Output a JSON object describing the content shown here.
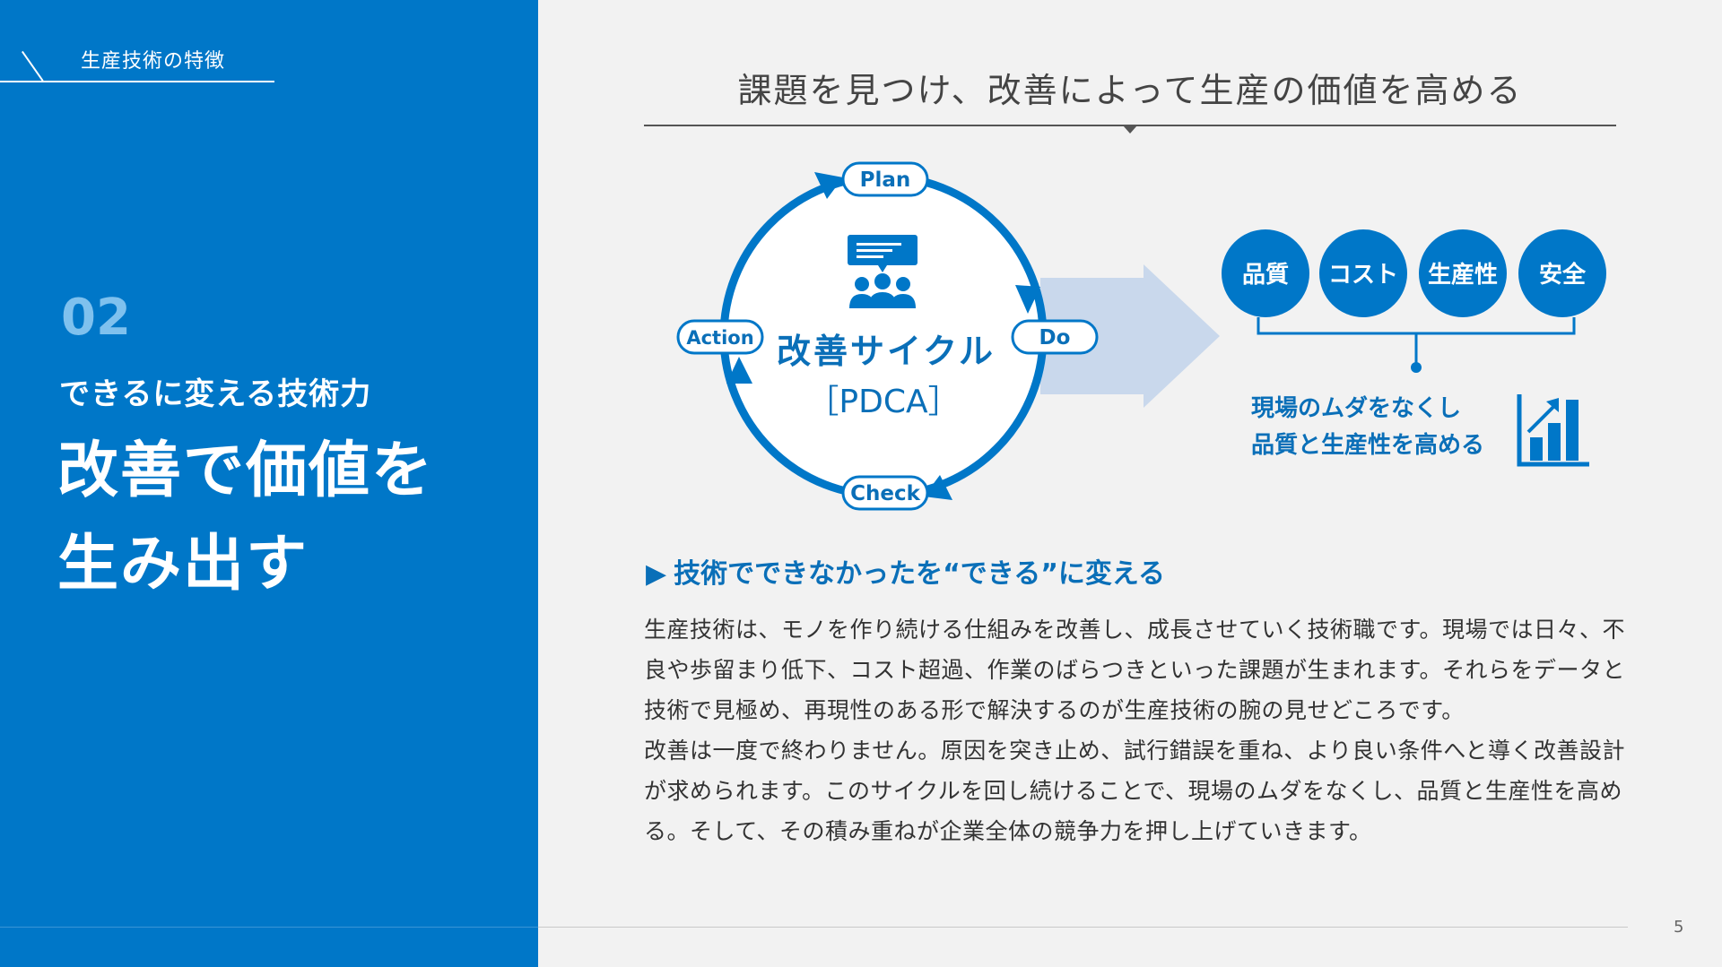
{
  "colors": {
    "brand_blue": "#0077c8",
    "accent_light_blue": "#7fc1ee",
    "arrow_pale_blue": "#c9d8ec",
    "text_dark": "#333333"
  },
  "left_panel": {
    "section_tag": "生産技術の特徴",
    "section_number": "02",
    "section_subtitle": "できるに変える技術力",
    "title_line1": "改善で価値を",
    "title_line2": "生み出す"
  },
  "heading": "課題を見つけ、改善によって生産の価値を高める",
  "cycle": {
    "center_icon": "meeting-people-icon",
    "title": "改善サイクル",
    "subtitle": "［PDCA］",
    "steps": {
      "plan": "Plan",
      "do": "Do",
      "check": "Check",
      "action": "Action"
    }
  },
  "benefits": {
    "circles": [
      "品質",
      "コスト",
      "生産性",
      "安全"
    ],
    "caption_line1": "現場のムダをなくし",
    "caption_line2": "品質と生産性を高める",
    "icon": "bar-chart-rising-icon"
  },
  "point_heading": "技術でできなかったを“できる”に変える",
  "body": {
    "paragraph1": "生産技術は、モノを作り続ける仕組みを改善し、成長させていく技術職です。現場では日々、不良や歩留まり低下、コスト超過、作業のばらつきといった課題が生まれます。それらをデータと技術で見極め、再現性のある形で解決するのが生産技術の腕の見せどころです。",
    "paragraph2": "改善は一度で終わりません。原因を突き止め、試行錯誤を重ね、より良い条件へと導く改善設計が求められます。このサイクルを回し続けることで、現場のムダをなくし、品質と生産性を高める。そして、その積み重ねが企業全体の競争力を押し上げていきます。"
  },
  "page_number": "5"
}
